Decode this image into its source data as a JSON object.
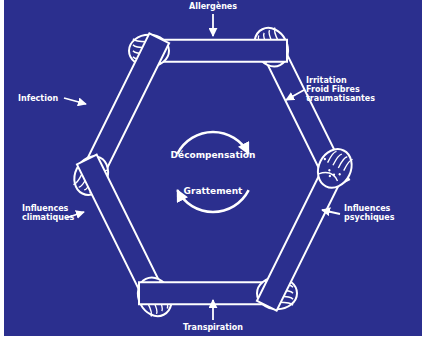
{
  "diagram": {
    "labels": [
      "Allergènes",
      "Irritation Froid Fibres traumatisantes",
      "Influences psychiques",
      "Transpiration",
      "Influences climatiques",
      "Infection",
      "Décompensation",
      "Grattement"
    ]
  }
}
